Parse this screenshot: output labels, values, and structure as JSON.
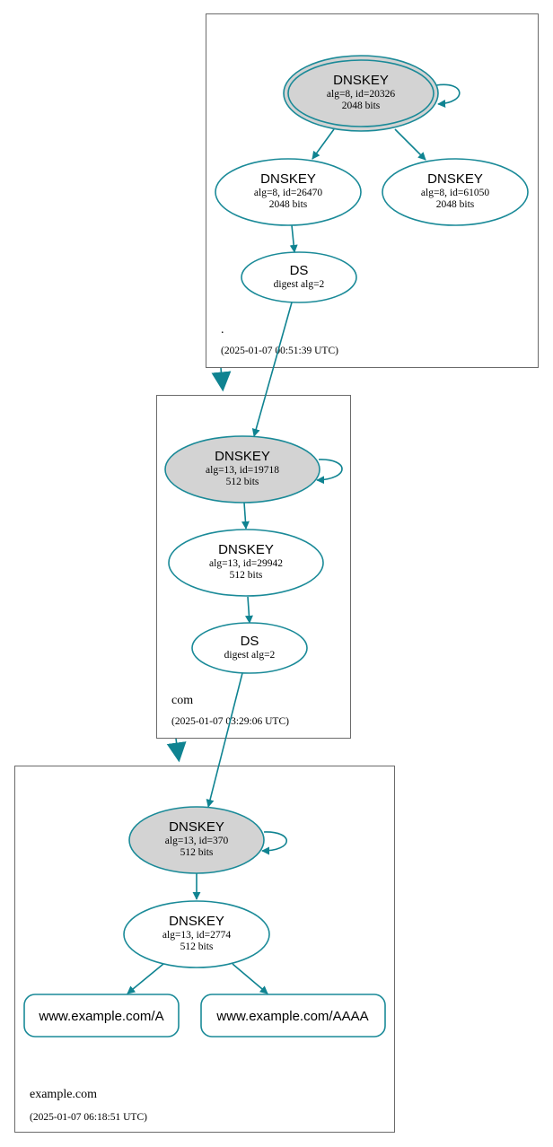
{
  "zones": {
    "root": {
      "label": ".",
      "timestamp": "(2025-01-07 00:51:39 UTC)"
    },
    "com": {
      "label": "com",
      "timestamp": "(2025-01-07 03:29:06 UTC)"
    },
    "example": {
      "label": "example.com",
      "timestamp": "(2025-01-07 06:18:51 UTC)"
    }
  },
  "nodes": {
    "root_ksk": {
      "title": "DNSKEY",
      "line1": "alg=8, id=20326",
      "line2": "2048 bits"
    },
    "root_zsk1": {
      "title": "DNSKEY",
      "line1": "alg=8, id=26470",
      "line2": "2048 bits"
    },
    "root_zsk2": {
      "title": "DNSKEY",
      "line1": "alg=8, id=61050",
      "line2": "2048 bits"
    },
    "root_ds": {
      "title": "DS",
      "line1": "digest alg=2"
    },
    "com_ksk": {
      "title": "DNSKEY",
      "line1": "alg=13, id=19718",
      "line2": "512 bits"
    },
    "com_zsk": {
      "title": "DNSKEY",
      "line1": "alg=13, id=29942",
      "line2": "512 bits"
    },
    "com_ds": {
      "title": "DS",
      "line1": "digest alg=2"
    },
    "ex_ksk": {
      "title": "DNSKEY",
      "line1": "alg=13, id=370",
      "line2": "512 bits"
    },
    "ex_zsk": {
      "title": "DNSKEY",
      "line1": "alg=13, id=2774",
      "line2": "512 bits"
    },
    "rr_a": {
      "title": "www.example.com/A"
    },
    "rr_aaaa": {
      "title": "www.example.com/AAAA"
    }
  },
  "colors": {
    "edge": "#0f8391",
    "node_stroke": "#1a8a98",
    "ksk_fill": "#d3d3d3",
    "zone_border": "#6b6b6b"
  }
}
